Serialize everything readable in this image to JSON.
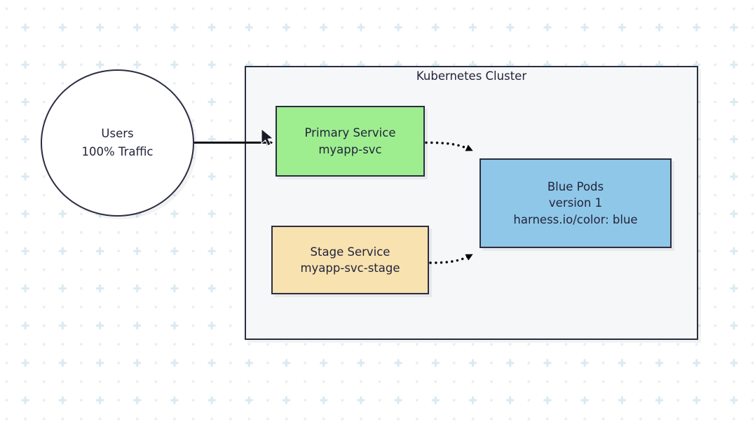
{
  "diagram": {
    "title_visible": false,
    "background": {
      "color": "#ffffff",
      "pattern_dot_color": "#e4eff5",
      "pattern_plus_color": "#dbeaf2"
    },
    "palette": {
      "stroke": "#2b2d42",
      "text": "#23243a",
      "cluster_fill": "#f6f7f9",
      "primary_service_fill": "#9eee90",
      "stage_service_fill": "#f8e2b0",
      "blue_pods_fill": "#8fc7e8"
    },
    "cluster": {
      "label": "Kubernetes Cluster"
    },
    "nodes": {
      "users": {
        "line1": "Users",
        "line2": "100% Traffic"
      },
      "primary_service": {
        "line1": "Primary Service",
        "line2": "myapp-svc"
      },
      "stage_service": {
        "line1": "Stage Service",
        "line2": "myapp-svc-stage"
      },
      "blue_pods": {
        "line1": "Blue Pods",
        "line2": "version 1",
        "line3": "harness.io/color: blue"
      }
    },
    "edges": [
      {
        "name": "users-to-primary-service",
        "from": "users",
        "to": "primary_service",
        "style": "solid",
        "label": ""
      },
      {
        "name": "primary-service-to-blue-pods",
        "from": "primary_service",
        "to": "blue_pods",
        "style": "dotted",
        "label": ""
      },
      {
        "name": "stage-service-to-blue-pods",
        "from": "stage_service",
        "to": "blue_pods",
        "style": "dotted",
        "label": ""
      }
    ]
  }
}
